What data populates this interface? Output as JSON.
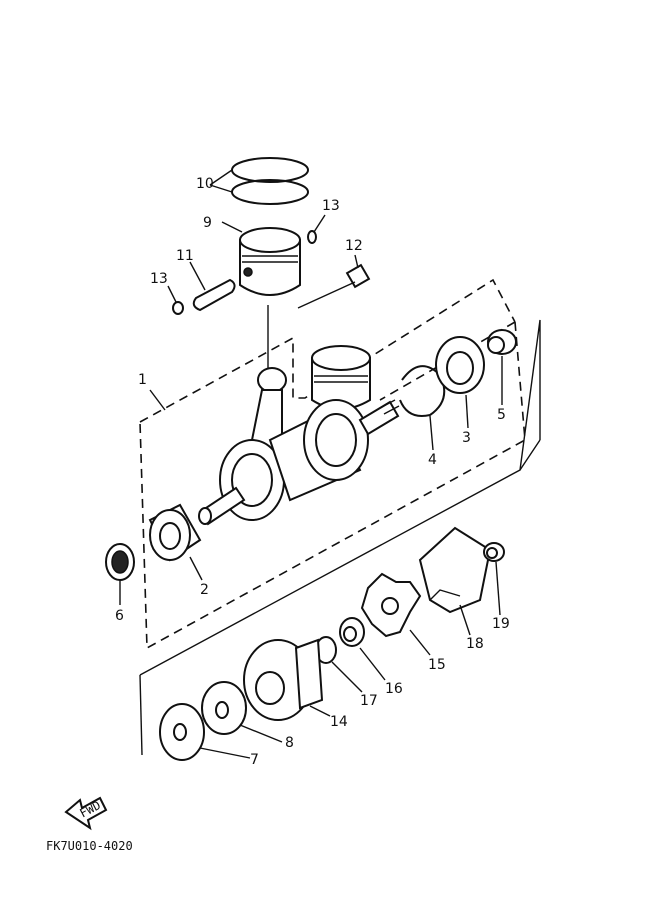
{
  "labels": {
    "l1": "1",
    "l2": "2",
    "l3": "3",
    "l4": "4",
    "l5": "5",
    "l6": "6",
    "l7": "7",
    "l8": "8",
    "l9": "9",
    "l10": "10",
    "l11": "11",
    "l12": "12",
    "l13a": "13",
    "l13b": "13",
    "l14": "14",
    "l15": "15",
    "l16": "16",
    "l17": "17",
    "l18": "18",
    "l19": "19"
  },
  "fwd_label": "FWD",
  "part_code": "FK7U010-4020"
}
